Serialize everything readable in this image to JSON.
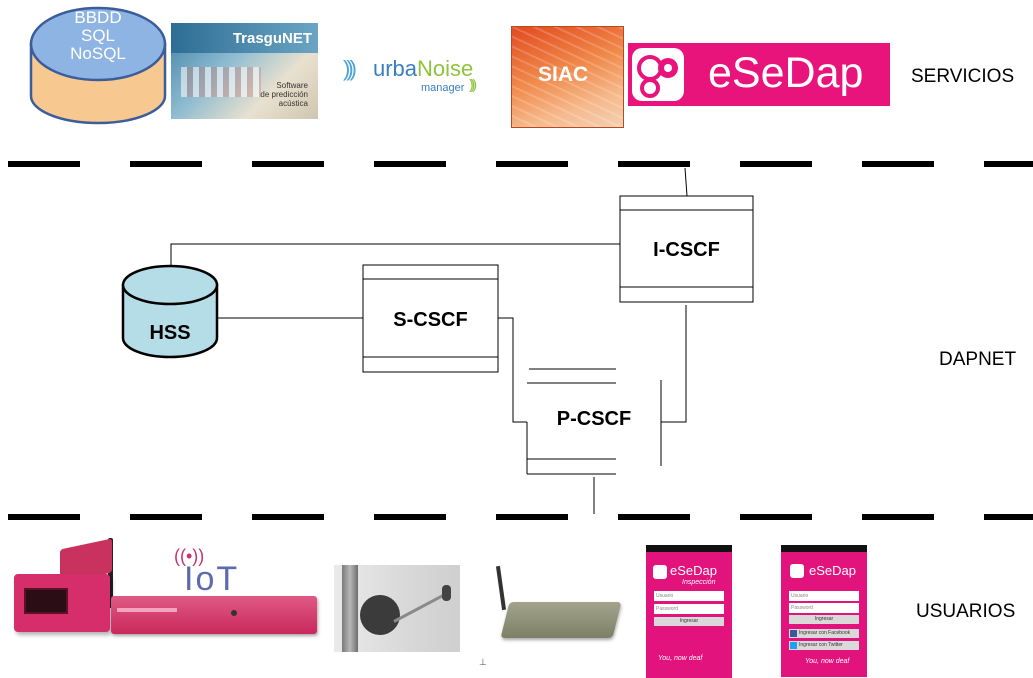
{
  "layers": {
    "services": "SERVICIOS",
    "network": "DAPNET",
    "users": "USUARIOS"
  },
  "database": {
    "line1": "BBDD",
    "line2": "SQL",
    "line3": "NoSQL"
  },
  "services": {
    "trasgunet_title": "TrasguNET",
    "trasgunet_sub1": "Software",
    "trasgunet_sub2": "de predicción",
    "trasgunet_sub3": "acústica",
    "urbanoise_a": "urba",
    "urbanoise_b": "Noise",
    "urbanoise_sub": "manager",
    "siac": "SIAC",
    "esedap": "eSeDap"
  },
  "nodes": {
    "icscf": "I-CSCF",
    "scscf": "S-CSCF",
    "pcscf": "P-CSCF",
    "hss": "HSS"
  },
  "devices": {
    "iot": "IoT",
    "phone_brand": "eSeDap",
    "phone1_subtitle": "Inspección",
    "phone_user": "Usuario",
    "phone_pass": "Password",
    "phone_login": "Ingresar",
    "phone_fb": "Ingresar con Facebook",
    "phone_tw": "Ingresar con Twitter",
    "phone_tagline": "You, now deaf"
  },
  "colors": {
    "db_fill": "#f8c891",
    "db_stroke": "#3b5d9a",
    "hss_fill": "#b5dde8",
    "esedap_pink": "#e8147c",
    "device_pink": "#d62e6b"
  }
}
